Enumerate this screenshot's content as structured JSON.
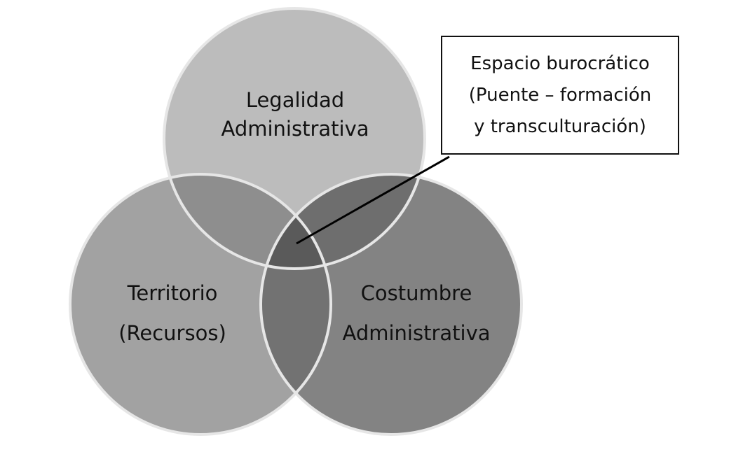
{
  "diagram": {
    "circles": [
      {
        "id": "top",
        "lines": [
          "Legalidad",
          "Administrativa"
        ],
        "fill": "#bcbcbc"
      },
      {
        "id": "left",
        "lines": [
          "Territorio",
          "(Recursos)"
        ],
        "fill": "#a2a2a2"
      },
      {
        "id": "right",
        "lines": [
          "Costumbre",
          "Administrativa"
        ],
        "fill": "#838383"
      }
    ],
    "overlap_colors": {
      "top_left": "#8e8e8e",
      "top_right": "#6e6e6e",
      "left_right": "#727272",
      "center": "#5a5a5a"
    },
    "edge_color": "#e6e6e6",
    "callout": {
      "lines": [
        "Espacio burocrático",
        "(Puente – formación",
        "y transculturación)"
      ]
    }
  }
}
